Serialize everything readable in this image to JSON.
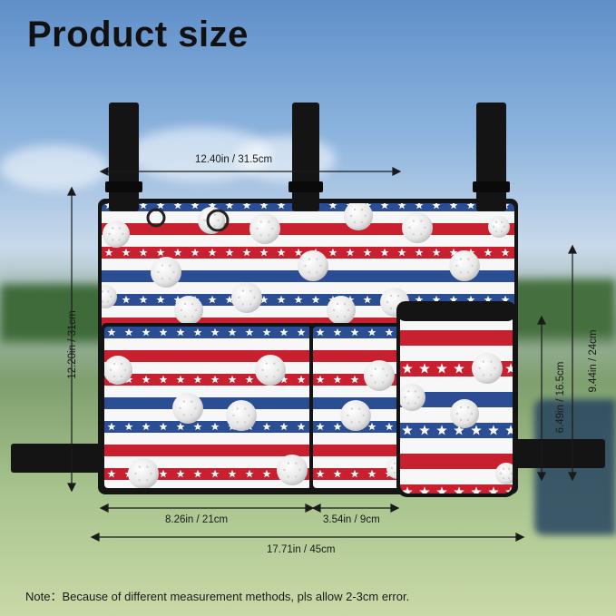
{
  "title": "Product size",
  "dimensions": {
    "top_width": "12.40in / 31.5cm",
    "left_height": "12.20in / 31cm",
    "right_outer_height": "9.44in / 24cm",
    "right_inner_height": "6.49in / 16.5cm",
    "pocket_width": "8.26in / 21cm",
    "cup_width": "3.54in / 9cm",
    "total_width": "17.71in / 45cm"
  },
  "note": "Note：Because of different measurement methods, pls allow 2-3cm error.",
  "colors": {
    "red": "#c8202f",
    "blue": "#2a4d93",
    "white": "#f7f7f7",
    "strap": "#121212"
  }
}
